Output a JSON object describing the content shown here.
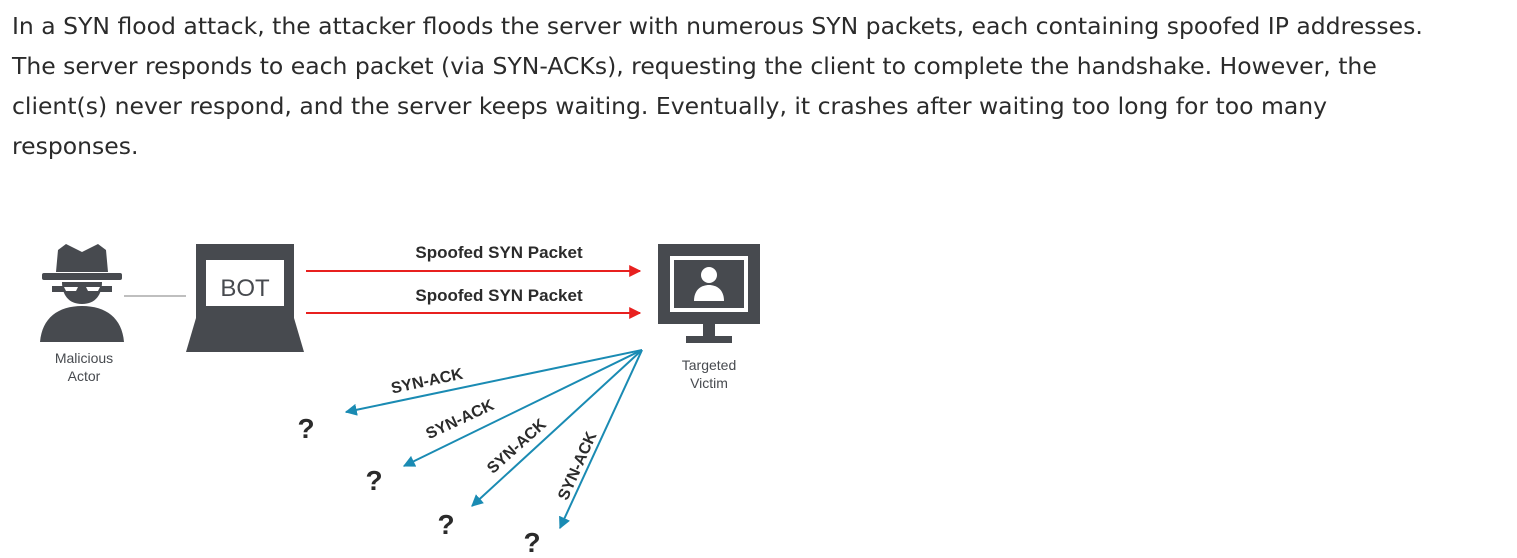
{
  "paragraph": {
    "lines": [
      "In a SYN flood attack, the attacker floods the server with numerous SYN packets, each containing spoofed IP addresses.",
      "The server responds to each packet (via SYN-ACKs), requesting the client to complete the handshake. However, the",
      "client(s) never respond, and the server keeps waiting. Eventually, it crashes after waiting too long for too many",
      "responses."
    ]
  },
  "diagram": {
    "actor_label_line1": "Malicious",
    "actor_label_line2": "Actor",
    "bot_label": "BOT",
    "victim_label_line1": "Targeted",
    "victim_label_line2": "Victim",
    "syn_packets": [
      "Spoofed SYN Packet",
      "Spoofed SYN Packet"
    ],
    "syn_acks": [
      "SYN-ACK",
      "SYN-ACK",
      "SYN-ACK",
      "SYN-ACK"
    ],
    "unknown_marker": "?",
    "icons": {
      "actor": "spy-hat-icon",
      "bot": "laptop-icon",
      "victim": "monitor-user-icon"
    },
    "colors": {
      "syn_arrow": "#e8201f",
      "synack_arrow": "#1a8bb3",
      "device": "#474a4f",
      "text": "#2b2b2b"
    }
  }
}
